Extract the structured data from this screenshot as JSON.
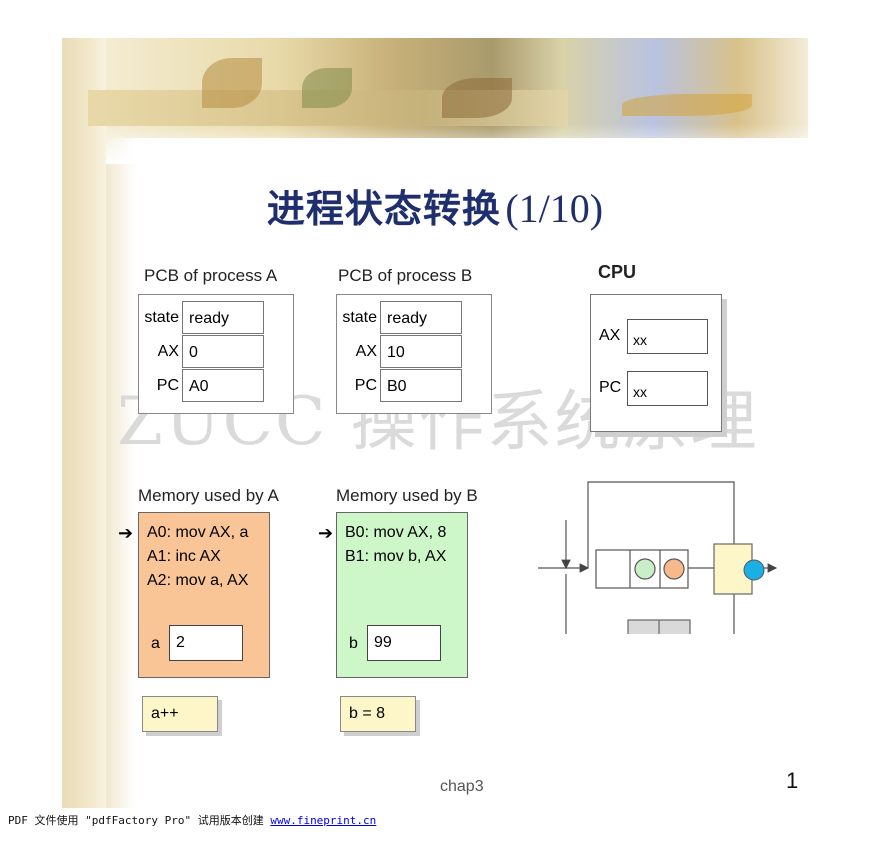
{
  "title": {
    "chinese": "进程状态转换",
    "suffix": "(1/10)"
  },
  "watermark": "ZUCC 操作系统原理",
  "pcb_a": {
    "label": "PCB of process A",
    "rows": [
      {
        "key": "state",
        "value": "ready"
      },
      {
        "key": "AX",
        "value": "0"
      },
      {
        "key": "PC",
        "value": "A0"
      }
    ]
  },
  "pcb_b": {
    "label": "PCB of process B",
    "rows": [
      {
        "key": "state",
        "value": "ready"
      },
      {
        "key": "AX",
        "value": "10"
      },
      {
        "key": "PC",
        "value": "B0"
      }
    ]
  },
  "cpu": {
    "label": "CPU",
    "rows": [
      {
        "key": "AX",
        "value": "xx"
      },
      {
        "key": "PC",
        "value": "xx"
      }
    ]
  },
  "mem_a": {
    "label": "Memory used by A",
    "lines": [
      "A0: mov AX, a",
      "A1: inc AX",
      "A2: mov a, AX"
    ],
    "var": "a",
    "value": "2",
    "color": "#f9c496"
  },
  "mem_b": {
    "label": "Memory used by B",
    "lines": [
      "B0: mov AX, 8",
      "B1: mov b, AX"
    ],
    "var": "b",
    "value": "99",
    "color": "#cdf7c8"
  },
  "pointer_arrow": "➔",
  "expr_a": "a++",
  "expr_b": "b = 8",
  "queue_colors": {
    "ready1": "#c9efc9",
    "ready2": "#f7b98c",
    "cpu_box": "#fdf6c8",
    "running": "#1ab0e6",
    "blocked": "#d9d9d9"
  },
  "footer": {
    "chapter": "chap3",
    "page": "1"
  },
  "pdf_notice": {
    "text": "PDF 文件使用 \"pdfFactory Pro\" 试用版本创建",
    "link": "www.fineprint.cn"
  }
}
